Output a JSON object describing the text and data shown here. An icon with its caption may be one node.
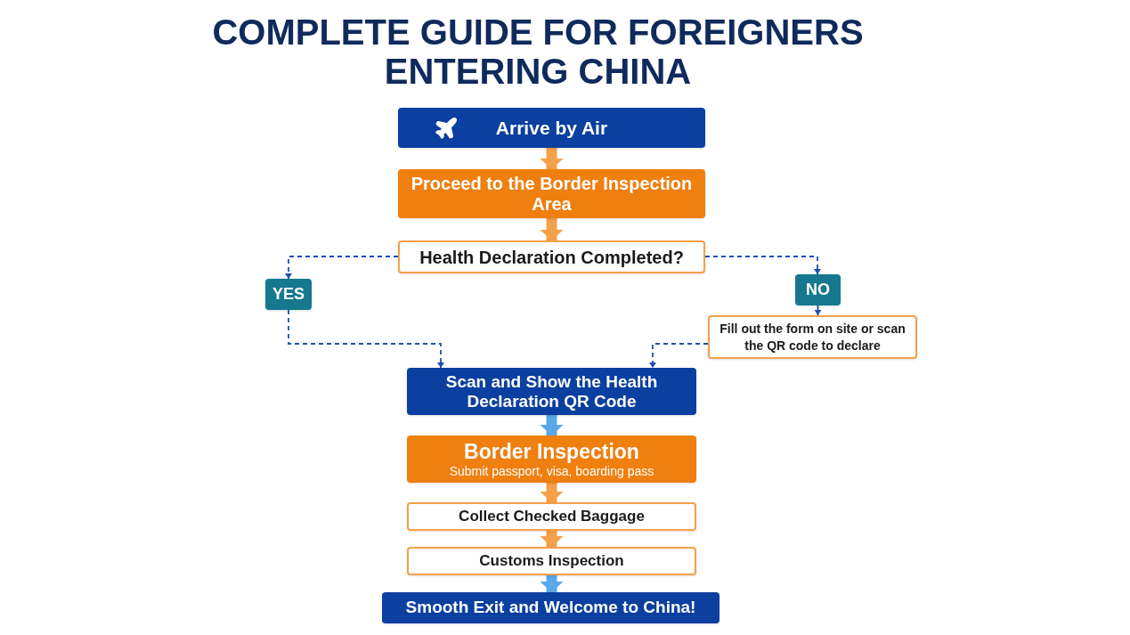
{
  "diagram": {
    "title": "COMPLETE GUIDE FOR FOREIGNERS ENTERING CHINA",
    "nodes": [
      {
        "text": [
          "Arrive by Air"
        ]
      },
      {
        "text": [
          "Proceed to the Border Inspection Area"
        ]
      },
      {
        "text": [
          "Health Declaration Completed?"
        ]
      },
      {
        "text": [
          "YES"
        ]
      },
      {
        "text": [
          "NO"
        ]
      },
      {
        "text": [
          "Fill out the form on site or scan the QR code to declare"
        ]
      },
      {
        "text": [
          "Scan and Show the Health Declaration QR Code"
        ]
      },
      {
        "text": [
          "Border Inspection",
          "Submit passport, visa, boarding pass"
        ]
      },
      {
        "text": [
          "Collect Checked Baggage"
        ]
      },
      {
        "text": [
          "Customs Inspection"
        ]
      },
      {
        "text": [
          "Smooth Exit and Welcome to China!"
        ]
      }
    ],
    "edges": [
      {
        "from": 0,
        "to": 1,
        "arrow": "to",
        "color": "#f5a04a"
      },
      {
        "from": 1,
        "to": 2,
        "arrow": "to",
        "color": "#f5a04a"
      },
      {
        "from": 2,
        "to": 3,
        "arrow": "to",
        "style": "dashed",
        "color": "#1f4fb0"
      },
      {
        "from": 3,
        "to": 6,
        "arrow": "to",
        "style": "dashed",
        "color": "#1f4fb0"
      },
      {
        "from": 2,
        "to": 4,
        "arrow": "to",
        "style": "dashed",
        "color": "#1f4fb0"
      },
      {
        "from": 4,
        "to": 5,
        "arrow": "to",
        "style": "dashed",
        "color": "#1f4fb0"
      },
      {
        "from": 5,
        "to": 6,
        "arrow": "to",
        "style": "dashed",
        "color": "#1f4fb0"
      },
      {
        "from": 6,
        "to": 7,
        "arrow": "to",
        "color": "#5aa8e8"
      },
      {
        "from": 7,
        "to": 8,
        "arrow": "to",
        "color": "#f5a04a"
      },
      {
        "from": 8,
        "to": 9,
        "arrow": "to",
        "color": "#f5a04a"
      },
      {
        "from": 9,
        "to": 10,
        "arrow": "to",
        "color": "#5aa8e8"
      }
    ]
  }
}
